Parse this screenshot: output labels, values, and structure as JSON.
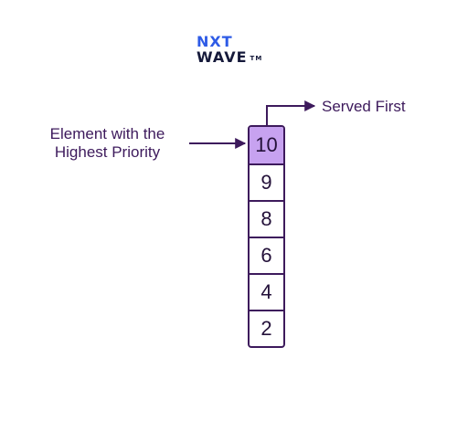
{
  "logo": {
    "line1": "NXT",
    "line2": "WAVE",
    "tm": "TM"
  },
  "labels": {
    "highest_priority_line1": "Element with the",
    "highest_priority_line2": "Highest Priority",
    "served_first": "Served First"
  },
  "queue": {
    "items": [
      "10",
      "9",
      "8",
      "6",
      "4",
      "2"
    ],
    "highlighted_index": 0
  },
  "colors": {
    "text": "#3d1a5c",
    "highlight": "#c7a2f0",
    "border": "#3d1a5c",
    "logo_blue": "#2e5be6"
  }
}
